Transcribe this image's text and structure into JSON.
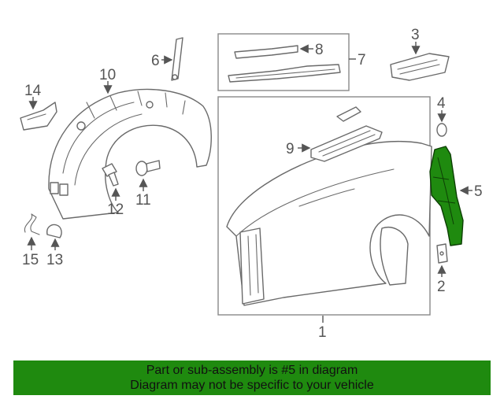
{
  "diagram": {
    "callouts": {
      "c1": "1",
      "c2": "2",
      "c3": "3",
      "c4": "4",
      "c5": "5",
      "c6": "6",
      "c7": "7",
      "c8": "8",
      "c9": "9",
      "c10": "10",
      "c11": "11",
      "c12": "12",
      "c13": "13",
      "c14": "14",
      "c15": "15"
    },
    "highlight_color": "#1f8a0f"
  },
  "banner": {
    "line1": "Part or sub-assembly is #5 in diagram",
    "line2": "Diagram may not be specific to your vehicle",
    "background": "#1f8a0f"
  }
}
